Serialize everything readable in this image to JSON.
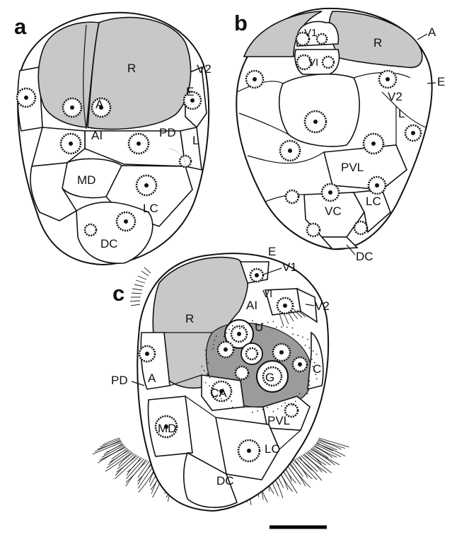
{
  "panels": {
    "a": {
      "letter": "a",
      "labels": {
        "R": "R",
        "V2": "V2",
        "E": "E",
        "A": "A",
        "AI": "AI",
        "PD": "PD",
        "L": "L",
        "MD": "MD",
        "LC": "LC",
        "DC": "DC"
      }
    },
    "b": {
      "letter": "b",
      "labels": {
        "V1": "V1",
        "VI": "VI",
        "R": "R",
        "A": "A",
        "E": "E",
        "V2": "V2",
        "L": "L",
        "PVL": "PVL",
        "LC": "LC",
        "VC": "VC",
        "DC": "DC"
      }
    },
    "c": {
      "letter": "c",
      "labels": {
        "E": "E",
        "V1": "V1",
        "R": "R",
        "AI": "AI",
        "VI": "VI",
        "V2": "V2",
        "U": "U",
        "C": "C",
        "G": "G",
        "PD": "PD",
        "A": "A",
        "CA": "CA",
        "PVL": "PVL",
        "MD": "MD",
        "LC": "LC",
        "DC": "DC"
      }
    }
  },
  "colors": {
    "yolk": "#c8c8c8",
    "gut": "#9b9b9b",
    "ink": "#111111"
  },
  "scale_bar": {
    "label": ""
  }
}
